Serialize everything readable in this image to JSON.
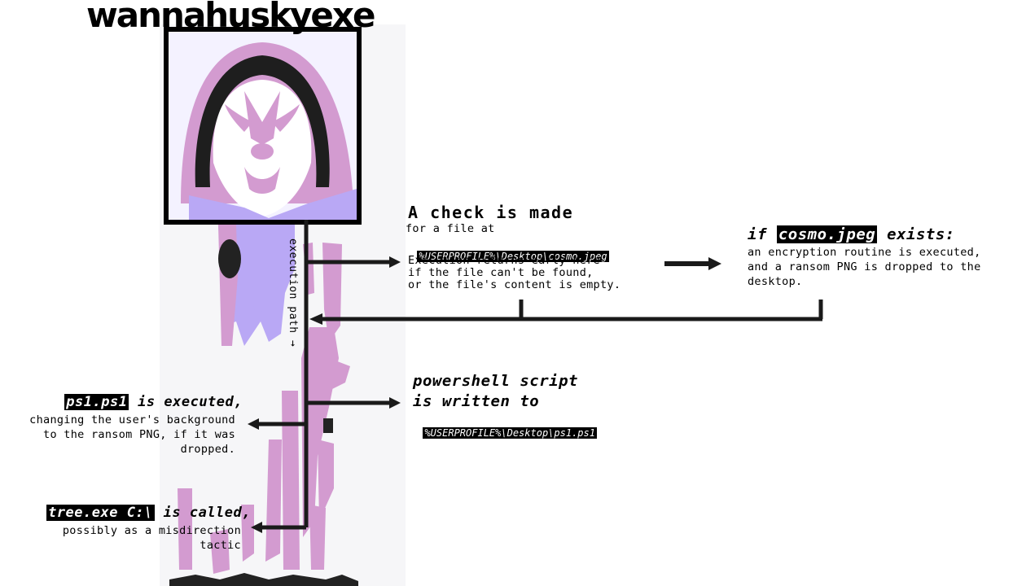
{
  "title": "wannahuskyexe",
  "execution_path_label": "execution path →",
  "check": {
    "heading": "A check is made",
    "line1": "for a file at",
    "path": "%USERPROFILE%\\Desktop\\cosmo.jpeg",
    "desc1": "Execution returns early here",
    "desc2": "if the file can't be found,",
    "desc3": "or the file's content is empty."
  },
  "if_exists": {
    "prefix": "if ",
    "file": "cosmo.jpeg",
    "suffix": " exists:",
    "line1": "an encryption routine is executed,",
    "line2": "and a ransom PNG is dropped to the",
    "line3": "desktop."
  },
  "powershell": {
    "line1": "powershell script",
    "line2": "is written to",
    "path": "%USERPROFILE%\\Desktop\\ps1.ps1"
  },
  "ps1_exec": {
    "file": "ps1.ps1",
    "suffix": " is executed,",
    "line1": "changing the user's background",
    "line2": "to the ransom PNG, if it was",
    "line3": "dropped."
  },
  "tree": {
    "cmd": "tree.exe C:\\",
    "suffix": " is called,",
    "line1": "possibly as a misdirection",
    "line2": "tactic"
  },
  "colors": {
    "pink": "#d39bd0",
    "lavender": "#b9a8f5",
    "black": "#000000",
    "line": "#1a1a1a"
  }
}
